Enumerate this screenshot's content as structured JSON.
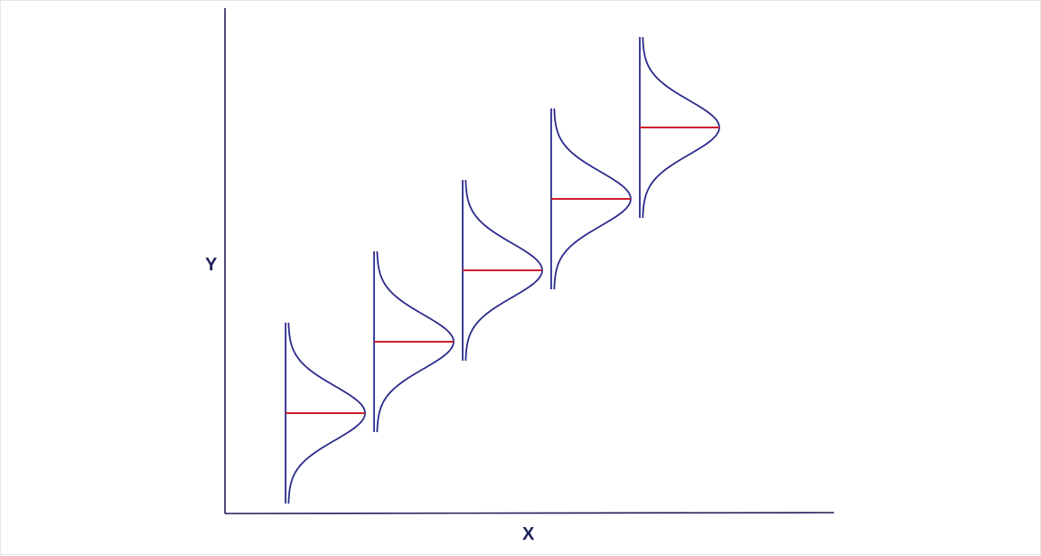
{
  "diagram": {
    "axis_x_label": "X",
    "axis_y_label": "Y",
    "distributions_count": 5,
    "colors": {
      "axis": "#1f1f5c",
      "curve": "#2b2b8c",
      "mean_line": "#cc1f2f",
      "label": "#1f1f5c"
    }
  }
}
